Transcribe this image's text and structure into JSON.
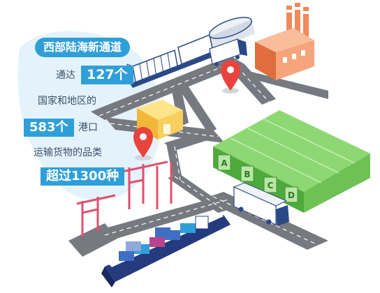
{
  "headline": "西部陆海新通道",
  "line1_prefix": "通达",
  "line1_value": "127个",
  "line2": "国家和地区的",
  "line3_value": "583个",
  "line3_suffix": "港口",
  "line4": "运输货物的品类",
  "line5_value": "超过1300种",
  "warehouse_doors": [
    "A",
    "B",
    "C",
    "D"
  ],
  "colors": {
    "accent": "#2f9fd9",
    "text": "#3d4f6a",
    "road": "#76797f",
    "warehouse": "#6ec155",
    "factory": "#f08a5a",
    "pin": "#e8433c",
    "ship_hull": "#253b80"
  },
  "icons": [
    "train-icon",
    "truck-icon",
    "factory-icon",
    "map-pin-icon",
    "warehouse-icon",
    "crane-icon",
    "cargo-ship-icon"
  ]
}
